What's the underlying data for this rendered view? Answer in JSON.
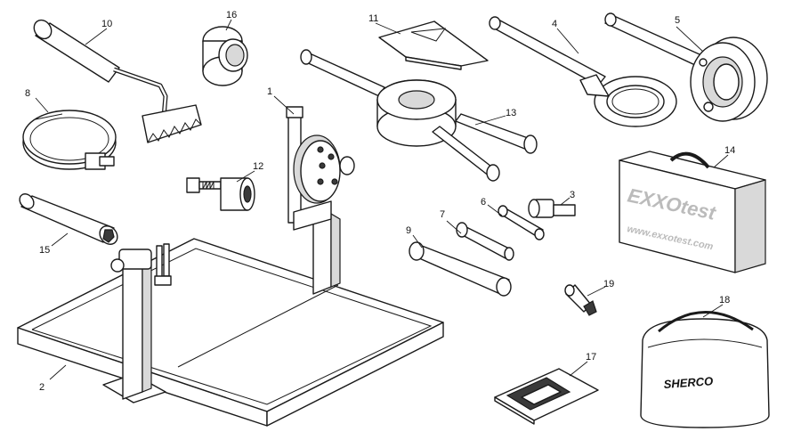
{
  "callouts": {
    "c1": "1",
    "c2": "2",
    "c3": "3",
    "c4": "4",
    "c5": "5",
    "c6": "6",
    "c7": "7",
    "c8": "8",
    "c9": "9",
    "c10": "10",
    "c11": "11",
    "c12": "12",
    "c13": "13",
    "c14": "14",
    "c15": "15",
    "c16": "16",
    "c17": "17",
    "c18": "18",
    "c19": "19"
  },
  "case_14": {
    "brand": "EXXOtest",
    "url": "www.exxotest.com"
  },
  "bag_18": {
    "brand": "SHERCO"
  },
  "colors": {
    "line": "#1a1a1a",
    "shade": "#d9d9d9",
    "background": "#ffffff"
  }
}
